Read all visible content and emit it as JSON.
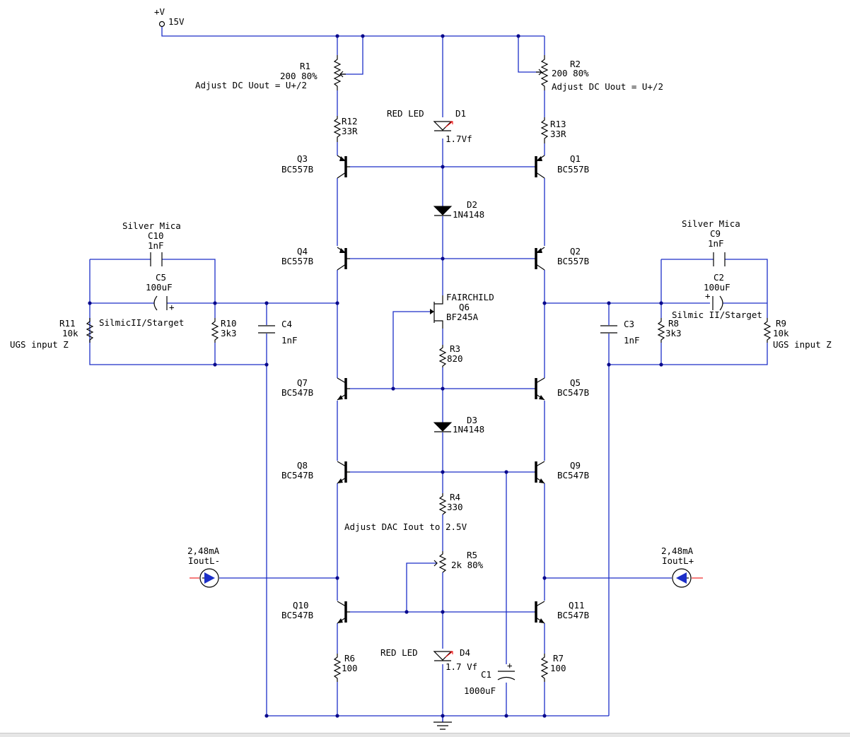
{
  "supply": {
    "symbol": "+V",
    "value": "15V"
  },
  "components": {
    "R1": {
      "ref": "R1",
      "value": "200 80%",
      "note": "Adjust DC Uout = U+/2"
    },
    "R2": {
      "ref": "R2",
      "value": "200 80%",
      "note": "Adjust DC Uout = U+/2"
    },
    "R12": {
      "ref": "R12",
      "value": "33R"
    },
    "R13": {
      "ref": "R13",
      "value": "33R"
    },
    "D1": {
      "ref": "D1",
      "type": "RED LED",
      "value": "1.7Vf"
    },
    "D2": {
      "ref": "D2",
      "value": "1N4148"
    },
    "D3": {
      "ref": "D3",
      "value": "1N4148"
    },
    "D4": {
      "ref": "D4",
      "type": "RED LED",
      "value": "1.7 Vf"
    },
    "Q1": {
      "ref": "Q1",
      "value": "BC557B"
    },
    "Q2": {
      "ref": "Q2",
      "value": "BC557B"
    },
    "Q3": {
      "ref": "Q3",
      "value": "BC557B"
    },
    "Q4": {
      "ref": "Q4",
      "value": "BC557B"
    },
    "Q5": {
      "ref": "Q5",
      "value": "BC547B"
    },
    "Q7": {
      "ref": "Q7",
      "value": "BC547B"
    },
    "Q8": {
      "ref": "Q8",
      "value": "BC547B"
    },
    "Q9": {
      "ref": "Q9",
      "value": "BC547B"
    },
    "Q10": {
      "ref": "Q10",
      "value": "BC547B"
    },
    "Q11": {
      "ref": "Q11",
      "value": "BC547B"
    },
    "Q6": {
      "ref": "Q6",
      "maker": "FAIRCHILD",
      "value": "BF245A"
    },
    "R3": {
      "ref": "R3",
      "value": "820"
    },
    "R4": {
      "ref": "R4",
      "value": "330",
      "note": "Adjust DAC Iout to 2.5V"
    },
    "R5": {
      "ref": "R5",
      "value": "2k 80%"
    },
    "R6": {
      "ref": "R6",
      "value": "100"
    },
    "R7": {
      "ref": "R7",
      "value": "100"
    },
    "C1": {
      "ref": "C1",
      "value": "1000uF"
    },
    "C10": {
      "ref": "C10",
      "value": "1nF",
      "note": "Silver Mica"
    },
    "C9": {
      "ref": "C9",
      "value": "1nF",
      "note": "Silver Mica"
    },
    "C5": {
      "ref": "C5",
      "value": "100uF",
      "note": "SilmicII/Starget"
    },
    "C2": {
      "ref": "C2",
      "value": "100uF",
      "note": "Silmic II/Starget"
    },
    "R11": {
      "ref": "R11",
      "value": "10k",
      "note": "UGS input Z"
    },
    "R9": {
      "ref": "R9",
      "value": "10k",
      "note": "UGS input Z"
    },
    "R10": {
      "ref": "R10",
      "value": "3k3"
    },
    "R8": {
      "ref": "R8",
      "value": "3k3"
    },
    "C4": {
      "ref": "C4",
      "value": "1nF"
    },
    "C3": {
      "ref": "C3",
      "value": "1nF"
    }
  },
  "sources": {
    "left": {
      "value": "2,48mA",
      "name": "IoutL-"
    },
    "right": {
      "value": "2,48mA",
      "name": "IoutL+"
    }
  },
  "colors": {
    "wire": "#1c2fc8",
    "component": "#000000",
    "junction": "#0a0a8c",
    "led_arrow": "#e11111"
  }
}
